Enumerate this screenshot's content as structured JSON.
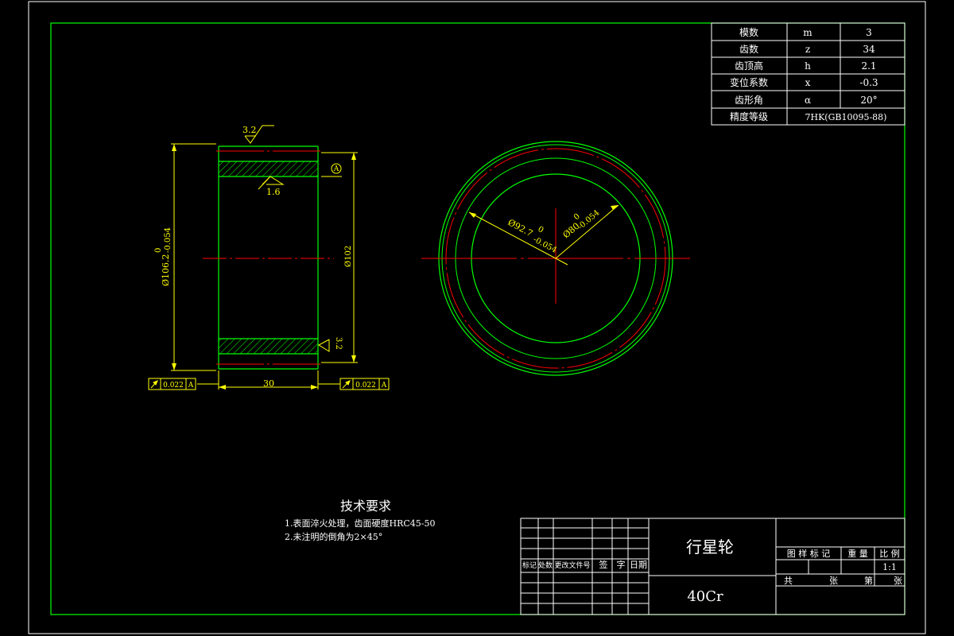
{
  "params_table": [
    {
      "label": "模数",
      "symbol": "m",
      "value": "3"
    },
    {
      "label": "齿数",
      "symbol": "z",
      "value": "34"
    },
    {
      "label": "齿顶高",
      "symbol": "h",
      "value": "2.1"
    },
    {
      "label": "变位系数",
      "symbol": "x",
      "value": "-0.3"
    },
    {
      "label": "齿形角",
      "symbol": "α",
      "value": "20°"
    },
    {
      "label": "精度等级",
      "symbol": "",
      "value": "7HK(GB10095-88)"
    }
  ],
  "side_view": {
    "roughness_top": "3.2",
    "roughness_bore": "1.6",
    "roughness_right": "3.2",
    "datum": "A",
    "dim_outer_main": "Ø106.2",
    "dim_outer_tol_upper": "0",
    "dim_outer_tol_lower": "-0.054",
    "dim_inner": "Ø102",
    "dim_width": "30",
    "runout_left_value": "0.022",
    "runout_left_datum": "A",
    "runout_right_value": "0.022",
    "runout_right_datum": "A"
  },
  "front_view": {
    "dim_a_main": "Ø92.7",
    "dim_a_tol_upper": "0",
    "dim_a_tol_lower": "-0.054",
    "dim_b_main": "Ø80",
    "dim_b_tol_upper": "0",
    "dim_b_tol_lower": "-0.054"
  },
  "tech_req": {
    "title": "技术要求",
    "line1": "1.表面淬火处理，齿面硬度HRC45-50",
    "line2": "2.未注明的倒角为2×45°"
  },
  "title_block": {
    "part_name": "行星轮",
    "material": "40Cr",
    "rev_headers": [
      "标记",
      "处数",
      "更改文件号",
      "签　字",
      "日期"
    ],
    "hdr_tujian": "图 样 标 记",
    "hdr_zhongliang": "重 量",
    "hdr_bili": "比 例",
    "scale": "1:1",
    "gong": "共",
    "zhang1": "张",
    "di": "第",
    "zhang2": "张"
  },
  "colors": {
    "border": "#00ff00",
    "outline": "#00ff00",
    "dimension": "#ffff00",
    "centerline": "#ff0000",
    "text": "#ffffff"
  }
}
